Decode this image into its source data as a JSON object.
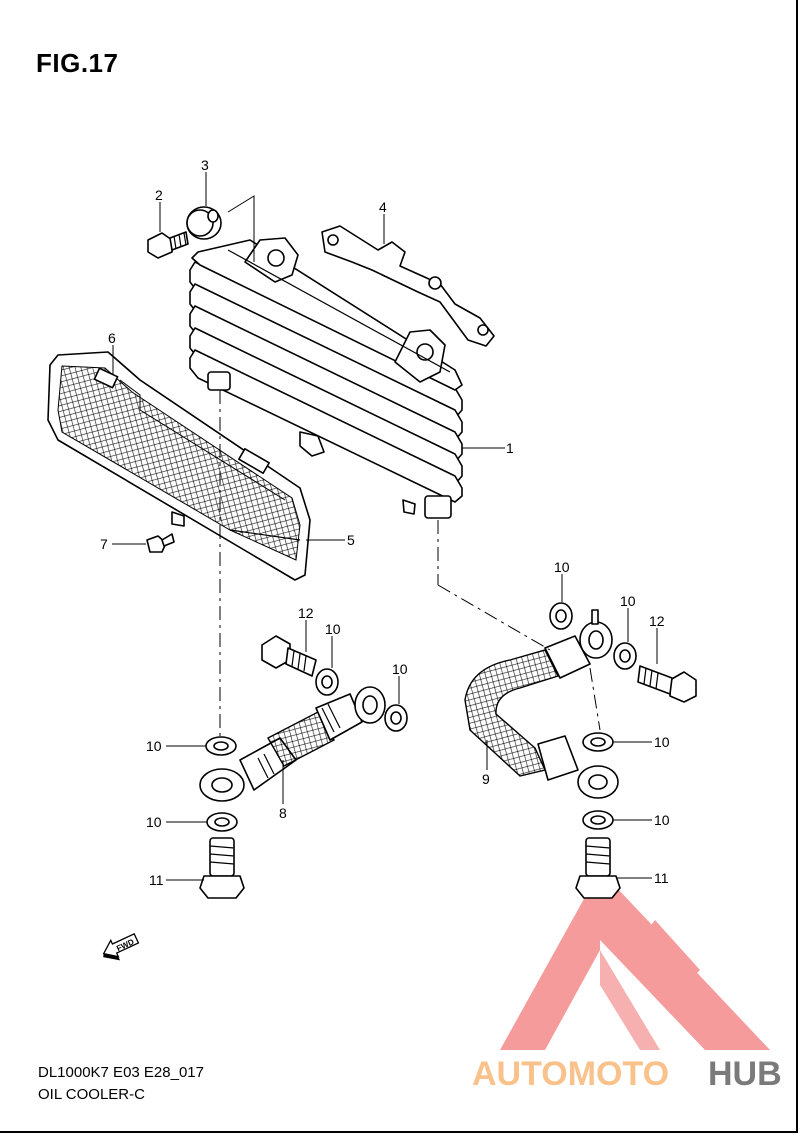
{
  "figure": {
    "title": "FIG.17",
    "model_code": "DL1000K7 E03 E28_017",
    "section_name": "OIL COOLER-C"
  },
  "callouts": [
    {
      "id": "1",
      "label": "1"
    },
    {
      "id": "2",
      "label": "2"
    },
    {
      "id": "3",
      "label": "3"
    },
    {
      "id": "4",
      "label": "4"
    },
    {
      "id": "5",
      "label": "5"
    },
    {
      "id": "6",
      "label": "6"
    },
    {
      "id": "7",
      "label": "7"
    },
    {
      "id": "8",
      "label": "8"
    },
    {
      "id": "9",
      "label": "9"
    },
    {
      "id": "10a",
      "label": "10"
    },
    {
      "id": "10b",
      "label": "10"
    },
    {
      "id": "10c",
      "label": "10"
    },
    {
      "id": "10d",
      "label": "10"
    },
    {
      "id": "10e",
      "label": "10"
    },
    {
      "id": "10f",
      "label": "10"
    },
    {
      "id": "10g",
      "label": "10"
    },
    {
      "id": "10h",
      "label": "10"
    },
    {
      "id": "11a",
      "label": "11"
    },
    {
      "id": "11b",
      "label": "11"
    },
    {
      "id": "12a",
      "label": "12"
    },
    {
      "id": "12b",
      "label": "12"
    }
  ],
  "direction_marker": {
    "label": "FWD",
    "icon": "fwd-arrow-icon"
  },
  "watermark": {
    "brand_part1": "AUTOMOTO",
    "brand_part2": "HUB",
    "colors": {
      "logo": "#f48a8a",
      "text_primary": "#f8c28a",
      "text_secondary": "#7a7a7a"
    }
  }
}
